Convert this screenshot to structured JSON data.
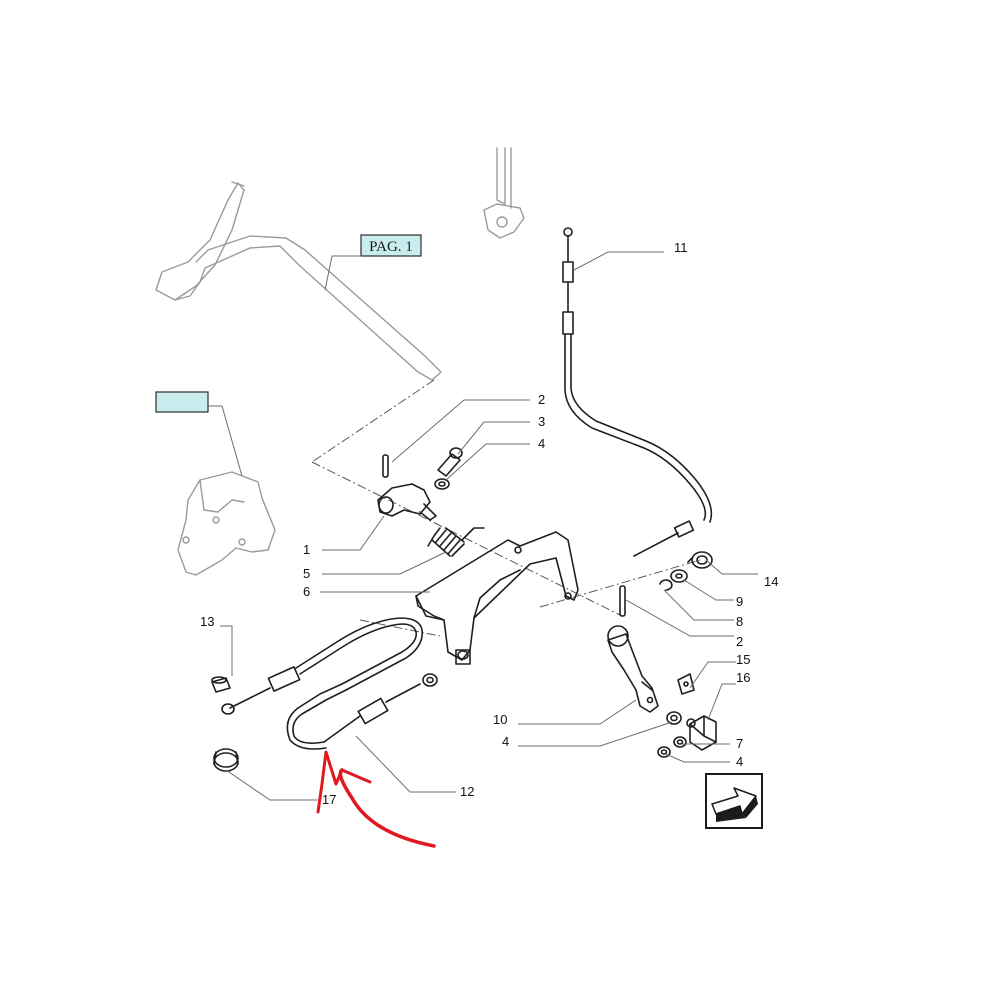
{
  "ref_tags": {
    "page_ref": "PAG. 1",
    "blank_ref": ""
  },
  "callouts": {
    "c1": "1",
    "c2a": "2",
    "c2b": "2",
    "c3": "3",
    "c4a": "4",
    "c4b": "4",
    "c4c": "4",
    "c5": "5",
    "c6": "6",
    "c7": "7",
    "c8": "8",
    "c9": "9",
    "c10": "10",
    "c11": "11",
    "c12": "12",
    "c13": "13",
    "c14": "14",
    "c15": "15",
    "c16": "16",
    "c17": "17"
  },
  "colors": {
    "ref_tag_fill": "#c9ecef",
    "highlight_arrow": "#e0181f",
    "line_dark": "#1f1f1f",
    "line_ghost": "#9a9a9a"
  },
  "icons": {
    "next_page": "next-page-arrow-icon"
  }
}
